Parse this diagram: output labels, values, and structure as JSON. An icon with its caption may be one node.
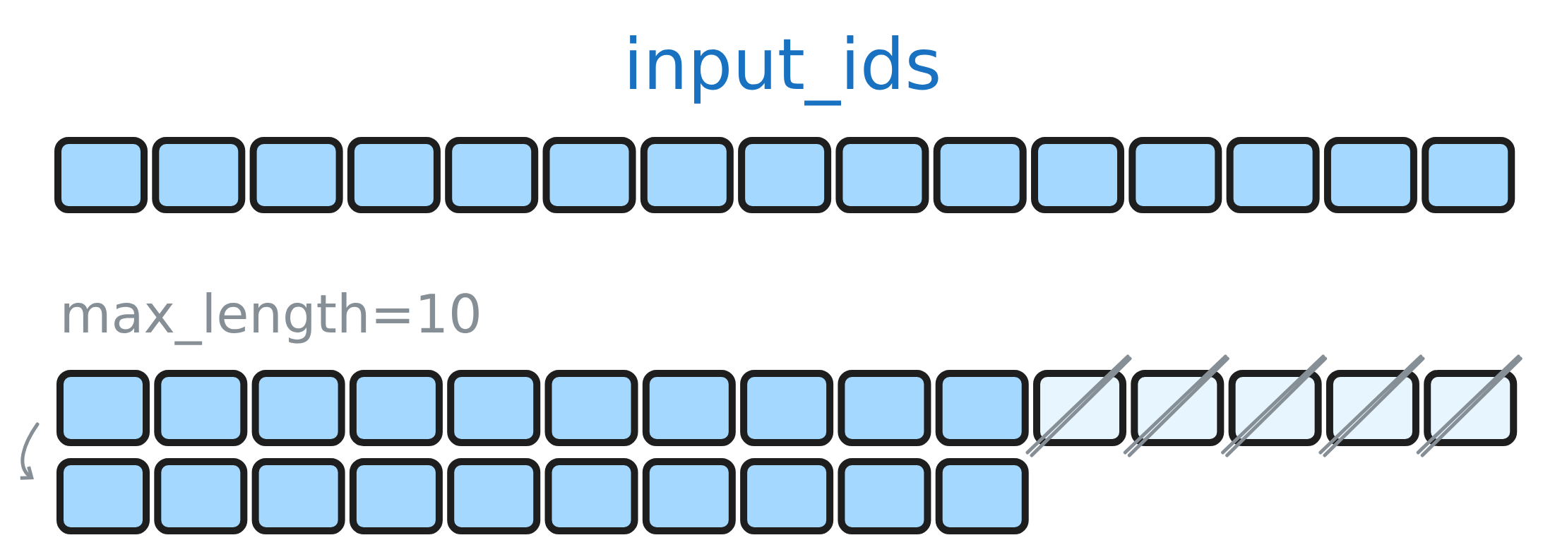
{
  "diagram": {
    "title": "input_ids",
    "nodes": [
      {
        "text": [],
        "shape": "box"
      },
      {
        "text": [],
        "shape": "box"
      },
      {
        "text": [],
        "shape": "box"
      },
      {
        "text": [],
        "shape": "box"
      },
      {
        "text": [],
        "shape": "box"
      },
      {
        "text": [],
        "shape": "box"
      },
      {
        "text": [],
        "shape": "box"
      },
      {
        "text": [],
        "shape": "box"
      },
      {
        "text": [],
        "shape": "box"
      },
      {
        "text": [],
        "shape": "box"
      },
      {
        "text": [],
        "shape": "box"
      },
      {
        "text": [],
        "shape": "box"
      },
      {
        "text": [],
        "shape": "box"
      },
      {
        "text": [],
        "shape": "box"
      },
      {
        "text": [],
        "shape": "box"
      },
      {
        "text": [],
        "shape": "box"
      },
      {
        "text": [],
        "shape": "box"
      },
      {
        "text": [],
        "shape": "box"
      },
      {
        "text": [],
        "shape": "box"
      },
      {
        "text": [],
        "shape": "box"
      },
      {
        "text": [],
        "shape": "box"
      },
      {
        "text": [],
        "shape": "box"
      },
      {
        "text": [],
        "shape": "box"
      },
      {
        "text": [],
        "shape": "box"
      },
      {
        "text": [],
        "shape": "box"
      },
      {
        "text": [],
        "shape": "box"
      },
      {
        "text": [],
        "shape": "box"
      },
      {
        "text": [],
        "shape": "box"
      },
      {
        "text": [],
        "shape": "box"
      },
      {
        "text": [],
        "shape": "box"
      },
      {
        "text": [],
        "shape": "box"
      },
      {
        "text": [],
        "shape": "box"
      },
      {
        "text": [],
        "shape": "box"
      },
      {
        "text": [],
        "shape": "box"
      },
      {
        "text": [],
        "shape": "box"
      },
      {
        "text": [],
        "shape": "box"
      },
      {
        "text": [],
        "shape": "box"
      },
      {
        "text": [],
        "shape": "box"
      },
      {
        "text": [],
        "shape": "box"
      },
      {
        "text": [],
        "shape": "box"
      }
    ],
    "labels": [
      "max_length=10"
    ]
  }
}
